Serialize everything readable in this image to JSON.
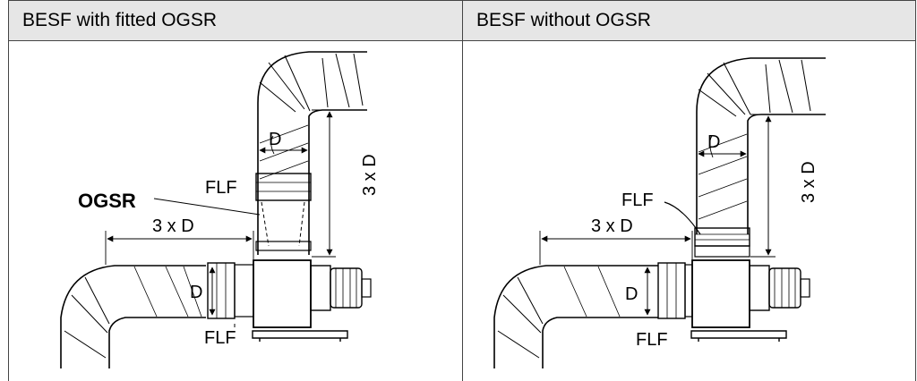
{
  "header": {
    "left_title": "BESF with fitted OGSR",
    "right_title": "BESF without OGSR"
  },
  "left_diagram": {
    "label_d_vertical": "D",
    "label_3xd_vertical": "3 x D",
    "label_flf_upper": "FLF",
    "label_ogsr": "OGSR",
    "label_3xd_horizontal": "3 x D",
    "label_d_horizontal": "D",
    "label_flf_lower": "FLF"
  },
  "right_diagram": {
    "label_d_vertical": "D",
    "label_3xd_vertical": "3 x D",
    "label_flf_upper": "FLF",
    "label_3xd_horizontal": "3 x D",
    "label_d_horizontal": "D",
    "label_flf_lower": "FLF"
  }
}
